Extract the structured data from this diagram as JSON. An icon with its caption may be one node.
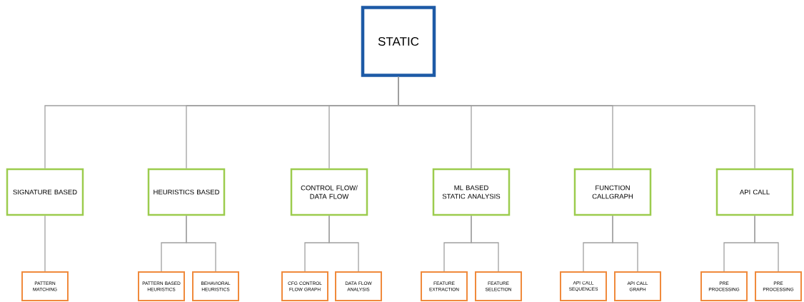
{
  "diagram": {
    "nodes": [
      {
        "text": [
          "STATIC"
        ]
      },
      {
        "text": [
          "SIGNATURE BASED"
        ]
      },
      {
        "text": [
          "HEURISTICS BASED"
        ]
      },
      {
        "text": [
          "CONTROL FLOW/ DATA FLOW"
        ]
      },
      {
        "text": [
          "ML BASED STATIC ANALYSIS"
        ]
      },
      {
        "text": [
          "FUNCTION CALLGRAPH"
        ]
      },
      {
        "text": [
          "API CALL"
        ]
      },
      {
        "text": [
          "PATTERN MATCHING"
        ]
      },
      {
        "text": [
          "PATTERN BASED HEURISTICS"
        ]
      },
      {
        "text": [
          "BEHAVIORAL HEURISTICS"
        ]
      },
      {
        "text": [
          "CFG CONTROL FLOW GRAPH"
        ]
      },
      {
        "text": [
          "DATA FLOW ANALYSIS"
        ]
      },
      {
        "text": [
          "FEATURE EXTRACTION"
        ]
      },
      {
        "text": [
          "FEATURE SELECTION"
        ]
      },
      {
        "text": [
          "API CALL SEQUENCES"
        ]
      },
      {
        "text": [
          "API CALL GRAPH"
        ]
      },
      {
        "text": [
          "PRE PROCESSING"
        ]
      },
      {
        "text": [
          "PRE PROCESSING"
        ]
      }
    ],
    "edges": [
      {
        "from": 0,
        "to": 1,
        "arrow": "none"
      },
      {
        "from": 0,
        "to": 2,
        "arrow": "none"
      },
      {
        "from": 0,
        "to": 3,
        "arrow": "none"
      },
      {
        "from": 0,
        "to": 4,
        "arrow": "none"
      },
      {
        "from": 0,
        "to": 5,
        "arrow": "none"
      },
      {
        "from": 0,
        "to": 6,
        "arrow": "none"
      },
      {
        "from": 1,
        "to": 7,
        "arrow": "none"
      },
      {
        "from": 2,
        "to": 8,
        "arrow": "none"
      },
      {
        "from": 2,
        "to": 9,
        "arrow": "none"
      },
      {
        "from": 3,
        "to": 10,
        "arrow": "none"
      },
      {
        "from": 3,
        "to": 11,
        "arrow": "none"
      },
      {
        "from": 4,
        "to": 12,
        "arrow": "none"
      },
      {
        "from": 4,
        "to": 13,
        "arrow": "none"
      },
      {
        "from": 5,
        "to": 14,
        "arrow": "none"
      },
      {
        "from": 5,
        "to": 15,
        "arrow": "none"
      },
      {
        "from": 6,
        "to": 16,
        "arrow": "none"
      },
      {
        "from": 6,
        "to": 17,
        "arrow": "none"
      }
    ]
  }
}
